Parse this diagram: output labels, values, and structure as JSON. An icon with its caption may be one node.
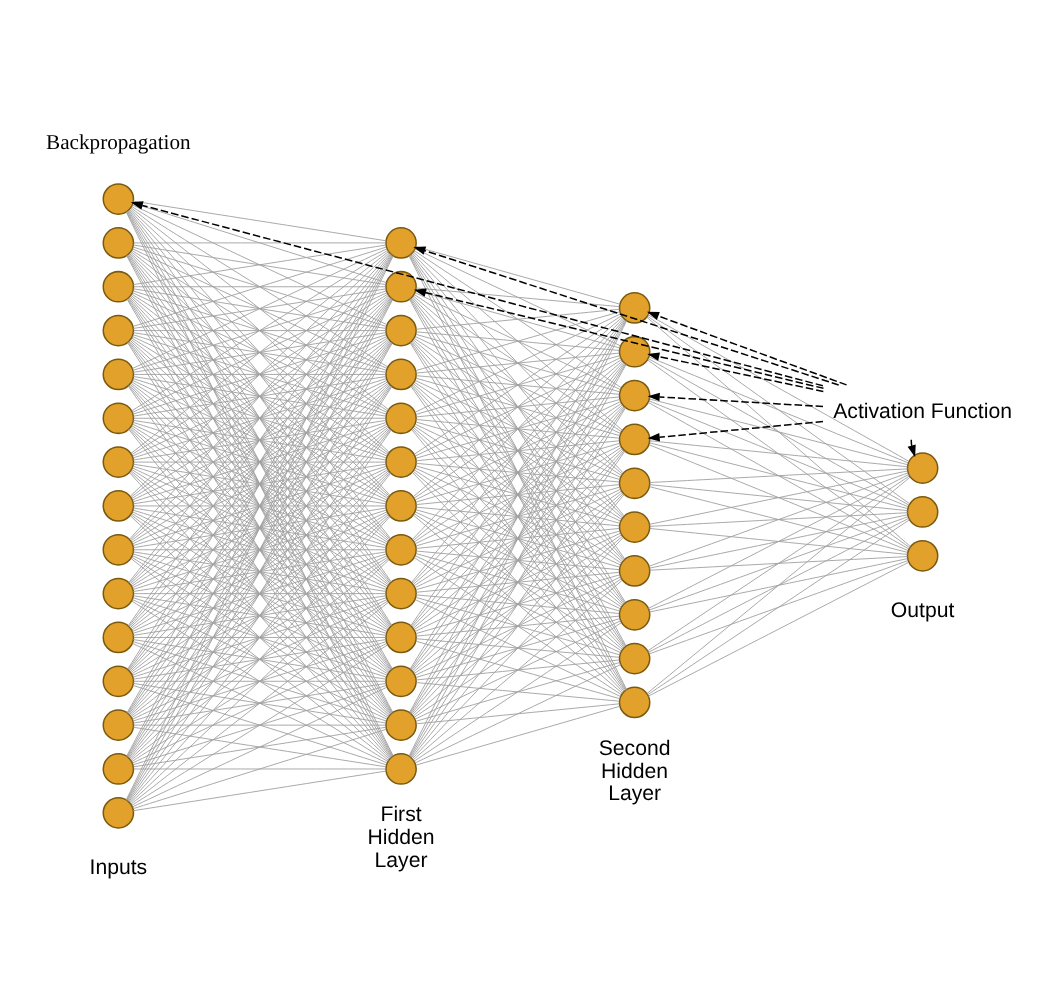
{
  "diagram": {
    "nodes": [
      {
        "text": [],
        "shape": "circle"
      },
      {
        "text": [],
        "shape": "circle"
      },
      {
        "text": [],
        "shape": "circle"
      },
      {
        "text": [],
        "shape": "circle"
      },
      {
        "text": [],
        "shape": "circle"
      },
      {
        "text": [],
        "shape": "circle"
      },
      {
        "text": [],
        "shape": "circle"
      },
      {
        "text": [],
        "shape": "circle"
      },
      {
        "text": [],
        "shape": "circle"
      },
      {
        "text": [],
        "shape": "circle"
      },
      {
        "text": [],
        "shape": "circle"
      },
      {
        "text": [],
        "shape": "circle"
      },
      {
        "text": [],
        "shape": "circle"
      },
      {
        "text": [],
        "shape": "circle"
      },
      {
        "text": [],
        "shape": "circle"
      },
      {
        "text": [],
        "shape": "circle"
      },
      {
        "text": [],
        "shape": "circle"
      },
      {
        "text": [],
        "shape": "circle"
      },
      {
        "text": [],
        "shape": "circle"
      },
      {
        "text": [],
        "shape": "circle"
      },
      {
        "text": [],
        "shape": "circle"
      },
      {
        "text": [],
        "shape": "circle"
      },
      {
        "text": [],
        "shape": "circle"
      },
      {
        "text": [],
        "shape": "circle"
      },
      {
        "text": [],
        "shape": "circle"
      },
      {
        "text": [],
        "shape": "circle"
      },
      {
        "text": [],
        "shape": "circle"
      },
      {
        "text": [],
        "shape": "circle"
      },
      {
        "text": [],
        "shape": "circle"
      },
      {
        "text": [],
        "shape": "circle"
      },
      {
        "text": [],
        "shape": "circle"
      },
      {
        "text": [],
        "shape": "circle"
      },
      {
        "text": [],
        "shape": "circle"
      },
      {
        "text": [],
        "shape": "circle"
      },
      {
        "text": [],
        "shape": "circle"
      },
      {
        "text": [],
        "shape": "circle"
      },
      {
        "text": [],
        "shape": "circle"
      },
      {
        "text": [],
        "shape": "circle"
      },
      {
        "text": [],
        "shape": "circle"
      },
      {
        "text": [],
        "shape": "circle"
      },
      {
        "text": [],
        "shape": "circle"
      },
      {
        "text": [
          "Activation Function"
        ]
      }
    ],
    "edges": [
      {
        "from": 0,
        "to": 15,
        "arrow": "none"
      },
      {
        "from": 0,
        "to": 16,
        "arrow": "none"
      },
      {
        "from": 0,
        "to": 17,
        "arrow": "none"
      },
      {
        "from": 0,
        "to": 18,
        "arrow": "none"
      },
      {
        "from": 0,
        "to": 19,
        "arrow": "none"
      },
      {
        "from": 0,
        "to": 20,
        "arrow": "none"
      },
      {
        "from": 0,
        "to": 21,
        "arrow": "none"
      },
      {
        "from": 0,
        "to": 22,
        "arrow": "none"
      },
      {
        "from": 0,
        "to": 23,
        "arrow": "none"
      },
      {
        "from": 0,
        "to": 24,
        "arrow": "none"
      },
      {
        "from": 0,
        "to": 25,
        "arrow": "none"
      },
      {
        "from": 0,
        "to": 26,
        "arrow": "none"
      },
      {
        "from": 0,
        "to": 27,
        "arrow": "none"
      },
      {
        "from": 1,
        "to": 15,
        "arrow": "none"
      },
      {
        "from": 1,
        "to": 16,
        "arrow": "none"
      },
      {
        "from": 1,
        "to": 17,
        "arrow": "none"
      },
      {
        "from": 1,
        "to": 18,
        "arrow": "none"
      },
      {
        "from": 1,
        "to": 19,
        "arrow": "none"
      },
      {
        "from": 1,
        "to": 20,
        "arrow": "none"
      },
      {
        "from": 1,
        "to": 21,
        "arrow": "none"
      },
      {
        "from": 1,
        "to": 22,
        "arrow": "none"
      },
      {
        "from": 1,
        "to": 23,
        "arrow": "none"
      },
      {
        "from": 1,
        "to": 24,
        "arrow": "none"
      },
      {
        "from": 1,
        "to": 25,
        "arrow": "none"
      },
      {
        "from": 1,
        "to": 26,
        "arrow": "none"
      },
      {
        "from": 1,
        "to": 27,
        "arrow": "none"
      },
      {
        "from": 2,
        "to": 15,
        "arrow": "none"
      },
      {
        "from": 2,
        "to": 16,
        "arrow": "none"
      },
      {
        "from": 2,
        "to": 17,
        "arrow": "none"
      },
      {
        "from": 2,
        "to": 18,
        "arrow": "none"
      },
      {
        "from": 2,
        "to": 19,
        "arrow": "none"
      },
      {
        "from": 2,
        "to": 20,
        "arrow": "none"
      },
      {
        "from": 2,
        "to": 21,
        "arrow": "none"
      },
      {
        "from": 2,
        "to": 22,
        "arrow": "none"
      },
      {
        "from": 2,
        "to": 23,
        "arrow": "none"
      },
      {
        "from": 2,
        "to": 24,
        "arrow": "none"
      },
      {
        "from": 2,
        "to": 25,
        "arrow": "none"
      },
      {
        "from": 2,
        "to": 26,
        "arrow": "none"
      },
      {
        "from": 2,
        "to": 27,
        "arrow": "none"
      },
      {
        "from": 3,
        "to": 15,
        "arrow": "none"
      },
      {
        "from": 3,
        "to": 16,
        "arrow": "none"
      },
      {
        "from": 3,
        "to": 17,
        "arrow": "none"
      },
      {
        "from": 3,
        "to": 18,
        "arrow": "none"
      },
      {
        "from": 3,
        "to": 19,
        "arrow": "none"
      },
      {
        "from": 3,
        "to": 20,
        "arrow": "none"
      },
      {
        "from": 3,
        "to": 21,
        "arrow": "none"
      },
      {
        "from": 3,
        "to": 22,
        "arrow": "none"
      },
      {
        "from": 3,
        "to": 23,
        "arrow": "none"
      },
      {
        "from": 3,
        "to": 24,
        "arrow": "none"
      },
      {
        "from": 3,
        "to": 25,
        "arrow": "none"
      },
      {
        "from": 3,
        "to": 26,
        "arrow": "none"
      },
      {
        "from": 3,
        "to": 27,
        "arrow": "none"
      },
      {
        "from": 4,
        "to": 15,
        "arrow": "none"
      },
      {
        "from": 4,
        "to": 16,
        "arrow": "none"
      },
      {
        "from": 4,
        "to": 17,
        "arrow": "none"
      },
      {
        "from": 4,
        "to": 18,
        "arrow": "none"
      },
      {
        "from": 4,
        "to": 19,
        "arrow": "none"
      },
      {
        "from": 4,
        "to": 20,
        "arrow": "none"
      },
      {
        "from": 4,
        "to": 21,
        "arrow": "none"
      },
      {
        "from": 4,
        "to": 22,
        "arrow": "none"
      },
      {
        "from": 4,
        "to": 23,
        "arrow": "none"
      },
      {
        "from": 4,
        "to": 24,
        "arrow": "none"
      },
      {
        "from": 4,
        "to": 25,
        "arrow": "none"
      },
      {
        "from": 4,
        "to": 26,
        "arrow": "none"
      },
      {
        "from": 4,
        "to": 27,
        "arrow": "none"
      },
      {
        "from": 5,
        "to": 15,
        "arrow": "none"
      },
      {
        "from": 5,
        "to": 16,
        "arrow": "none"
      },
      {
        "from": 5,
        "to": 17,
        "arrow": "none"
      },
      {
        "from": 5,
        "to": 18,
        "arrow": "none"
      },
      {
        "from": 5,
        "to": 19,
        "arrow": "none"
      },
      {
        "from": 5,
        "to": 20,
        "arrow": "none"
      },
      {
        "from": 5,
        "to": 21,
        "arrow": "none"
      },
      {
        "from": 5,
        "to": 22,
        "arrow": "none"
      },
      {
        "from": 5,
        "to": 23,
        "arrow": "none"
      },
      {
        "from": 5,
        "to": 24,
        "arrow": "none"
      },
      {
        "from": 5,
        "to": 25,
        "arrow": "none"
      },
      {
        "from": 5,
        "to": 26,
        "arrow": "none"
      },
      {
        "from": 5,
        "to": 27,
        "arrow": "none"
      },
      {
        "from": 6,
        "to": 15,
        "arrow": "none"
      },
      {
        "from": 6,
        "to": 16,
        "arrow": "none"
      },
      {
        "from": 6,
        "to": 17,
        "arrow": "none"
      },
      {
        "from": 6,
        "to": 18,
        "arrow": "none"
      },
      {
        "from": 6,
        "to": 19,
        "arrow": "none"
      },
      {
        "from": 6,
        "to": 20,
        "arrow": "none"
      },
      {
        "from": 6,
        "to": 21,
        "arrow": "none"
      },
      {
        "from": 6,
        "to": 22,
        "arrow": "none"
      },
      {
        "from": 6,
        "to": 23,
        "arrow": "none"
      },
      {
        "from": 6,
        "to": 24,
        "arrow": "none"
      },
      {
        "from": 6,
        "to": 25,
        "arrow": "none"
      },
      {
        "from": 6,
        "to": 26,
        "arrow": "none"
      },
      {
        "from": 6,
        "to": 27,
        "arrow": "none"
      },
      {
        "from": 7,
        "to": 15,
        "arrow": "none"
      },
      {
        "from": 7,
        "to": 16,
        "arrow": "none"
      },
      {
        "from": 7,
        "to": 17,
        "arrow": "none"
      },
      {
        "from": 7,
        "to": 18,
        "arrow": "none"
      },
      {
        "from": 7,
        "to": 19,
        "arrow": "none"
      },
      {
        "from": 7,
        "to": 20,
        "arrow": "none"
      },
      {
        "from": 7,
        "to": 21,
        "arrow": "none"
      },
      {
        "from": 7,
        "to": 22,
        "arrow": "none"
      },
      {
        "from": 7,
        "to": 23,
        "arrow": "none"
      },
      {
        "from": 7,
        "to": 24,
        "arrow": "none"
      },
      {
        "from": 7,
        "to": 25,
        "arrow": "none"
      },
      {
        "from": 7,
        "to": 26,
        "arrow": "none"
      },
      {
        "from": 7,
        "to": 27,
        "arrow": "none"
      },
      {
        "from": 8,
        "to": 15,
        "arrow": "none"
      },
      {
        "from": 8,
        "to": 16,
        "arrow": "none"
      },
      {
        "from": 8,
        "to": 17,
        "arrow": "none"
      },
      {
        "from": 8,
        "to": 18,
        "arrow": "none"
      },
      {
        "from": 8,
        "to": 19,
        "arrow": "none"
      },
      {
        "from": 8,
        "to": 20,
        "arrow": "none"
      },
      {
        "from": 8,
        "to": 21,
        "arrow": "none"
      },
      {
        "from": 8,
        "to": 22,
        "arrow": "none"
      },
      {
        "from": 8,
        "to": 23,
        "arrow": "none"
      },
      {
        "from": 8,
        "to": 24,
        "arrow": "none"
      },
      {
        "from": 8,
        "to": 25,
        "arrow": "none"
      },
      {
        "from": 8,
        "to": 26,
        "arrow": "none"
      },
      {
        "from": 8,
        "to": 27,
        "arrow": "none"
      },
      {
        "from": 9,
        "to": 15,
        "arrow": "none"
      },
      {
        "from": 9,
        "to": 16,
        "arrow": "none"
      },
      {
        "from": 9,
        "to": 17,
        "arrow": "none"
      },
      {
        "from": 9,
        "to": 18,
        "arrow": "none"
      },
      {
        "from": 9,
        "to": 19,
        "arrow": "none"
      },
      {
        "from": 9,
        "to": 20,
        "arrow": "none"
      },
      {
        "from": 9,
        "to": 21,
        "arrow": "none"
      },
      {
        "from": 9,
        "to": 22,
        "arrow": "none"
      },
      {
        "from": 9,
        "to": 23,
        "arrow": "none"
      },
      {
        "from": 9,
        "to": 24,
        "arrow": "none"
      },
      {
        "from": 9,
        "to": 25,
        "arrow": "none"
      },
      {
        "from": 9,
        "to": 26,
        "arrow": "none"
      },
      {
        "from": 9,
        "to": 27,
        "arrow": "none"
      },
      {
        "from": 10,
        "to": 15,
        "arrow": "none"
      },
      {
        "from": 10,
        "to": 16,
        "arrow": "none"
      },
      {
        "from": 10,
        "to": 17,
        "arrow": "none"
      },
      {
        "from": 10,
        "to": 18,
        "arrow": "none"
      },
      {
        "from": 10,
        "to": 19,
        "arrow": "none"
      },
      {
        "from": 10,
        "to": 20,
        "arrow": "none"
      },
      {
        "from": 10,
        "to": 21,
        "arrow": "none"
      },
      {
        "from": 10,
        "to": 22,
        "arrow": "none"
      },
      {
        "from": 10,
        "to": 23,
        "arrow": "none"
      },
      {
        "from": 10,
        "to": 24,
        "arrow": "none"
      },
      {
        "from": 10,
        "to": 25,
        "arrow": "none"
      },
      {
        "from": 10,
        "to": 26,
        "arrow": "none"
      },
      {
        "from": 10,
        "to": 27,
        "arrow": "none"
      },
      {
        "from": 11,
        "to": 15,
        "arrow": "none"
      },
      {
        "from": 11,
        "to": 16,
        "arrow": "none"
      },
      {
        "from": 11,
        "to": 17,
        "arrow": "none"
      },
      {
        "from": 11,
        "to": 18,
        "arrow": "none"
      },
      {
        "from": 11,
        "to": 19,
        "arrow": "none"
      },
      {
        "from": 11,
        "to": 20,
        "arrow": "none"
      },
      {
        "from": 11,
        "to": 21,
        "arrow": "none"
      },
      {
        "from": 11,
        "to": 22,
        "arrow": "none"
      },
      {
        "from": 11,
        "to": 23,
        "arrow": "none"
      },
      {
        "from": 11,
        "to": 24,
        "arrow": "none"
      },
      {
        "from": 11,
        "to": 25,
        "arrow": "none"
      },
      {
        "from": 11,
        "to": 26,
        "arrow": "none"
      },
      {
        "from": 11,
        "to": 27,
        "arrow": "none"
      },
      {
        "from": 12,
        "to": 15,
        "arrow": "none"
      },
      {
        "from": 12,
        "to": 16,
        "arrow": "none"
      },
      {
        "from": 12,
        "to": 17,
        "arrow": "none"
      },
      {
        "from": 12,
        "to": 18,
        "arrow": "none"
      },
      {
        "from": 12,
        "to": 19,
        "arrow": "none"
      },
      {
        "from": 12,
        "to": 20,
        "arrow": "none"
      },
      {
        "from": 12,
        "to": 21,
        "arrow": "none"
      },
      {
        "from": 12,
        "to": 22,
        "arrow": "none"
      },
      {
        "from": 12,
        "to": 23,
        "arrow": "none"
      },
      {
        "from": 12,
        "to": 24,
        "arrow": "none"
      },
      {
        "from": 12,
        "to": 25,
        "arrow": "none"
      },
      {
        "from": 12,
        "to": 26,
        "arrow": "none"
      },
      {
        "from": 12,
        "to": 27,
        "arrow": "none"
      },
      {
        "from": 13,
        "to": 15,
        "arrow": "none"
      },
      {
        "from": 13,
        "to": 16,
        "arrow": "none"
      },
      {
        "from": 13,
        "to": 17,
        "arrow": "none"
      },
      {
        "from": 13,
        "to": 18,
        "arrow": "none"
      },
      {
        "from": 13,
        "to": 19,
        "arrow": "none"
      },
      {
        "from": 13,
        "to": 20,
        "arrow": "none"
      },
      {
        "from": 13,
        "to": 21,
        "arrow": "none"
      },
      {
        "from": 13,
        "to": 22,
        "arrow": "none"
      },
      {
        "from": 13,
        "to": 23,
        "arrow": "none"
      },
      {
        "from": 13,
        "to": 24,
        "arrow": "none"
      },
      {
        "from": 13,
        "to": 25,
        "arrow": "none"
      },
      {
        "from": 13,
        "to": 26,
        "arrow": "none"
      },
      {
        "from": 13,
        "to": 27,
        "arrow": "none"
      },
      {
        "from": 14,
        "to": 15,
        "arrow": "none"
      },
      {
        "from": 14,
        "to": 16,
        "arrow": "none"
      },
      {
        "from": 14,
        "to": 17,
        "arrow": "none"
      },
      {
        "from": 14,
        "to": 18,
        "arrow": "none"
      },
      {
        "from": 14,
        "to": 19,
        "arrow": "none"
      },
      {
        "from": 14,
        "to": 20,
        "arrow": "none"
      },
      {
        "from": 14,
        "to": 21,
        "arrow": "none"
      },
      {
        "from": 14,
        "to": 22,
        "arrow": "none"
      },
      {
        "from": 14,
        "to": 23,
        "arrow": "none"
      },
      {
        "from": 14,
        "to": 24,
        "arrow": "none"
      },
      {
        "from": 14,
        "to": 25,
        "arrow": "none"
      },
      {
        "from": 14,
        "to": 26,
        "arrow": "none"
      },
      {
        "from": 14,
        "to": 27,
        "arrow": "none"
      },
      {
        "from": 15,
        "to": 28,
        "arrow": "none"
      },
      {
        "from": 15,
        "to": 29,
        "arrow": "none"
      },
      {
        "from": 15,
        "to": 30,
        "arrow": "none"
      },
      {
        "from": 15,
        "to": 31,
        "arrow": "none"
      },
      {
        "from": 15,
        "to": 32,
        "arrow": "none"
      },
      {
        "from": 15,
        "to": 33,
        "arrow": "none"
      },
      {
        "from": 15,
        "to": 34,
        "arrow": "none"
      },
      {
        "from": 15,
        "to": 35,
        "arrow": "none"
      },
      {
        "from": 15,
        "to": 36,
        "arrow": "none"
      },
      {
        "from": 15,
        "to": 37,
        "arrow": "none"
      },
      {
        "from": 16,
        "to": 28,
        "arrow": "none"
      },
      {
        "from": 16,
        "to": 29,
        "arrow": "none"
      },
      {
        "from": 16,
        "to": 30,
        "arrow": "none"
      },
      {
        "from": 16,
        "to": 31,
        "arrow": "none"
      },
      {
        "from": 16,
        "to": 32,
        "arrow": "none"
      },
      {
        "from": 16,
        "to": 33,
        "arrow": "none"
      },
      {
        "from": 16,
        "to": 34,
        "arrow": "none"
      },
      {
        "from": 16,
        "to": 35,
        "arrow": "none"
      },
      {
        "from": 16,
        "to": 36,
        "arrow": "none"
      },
      {
        "from": 16,
        "to": 37,
        "arrow": "none"
      },
      {
        "from": 17,
        "to": 28,
        "arrow": "none"
      },
      {
        "from": 17,
        "to": 29,
        "arrow": "none"
      },
      {
        "from": 17,
        "to": 30,
        "arrow": "none"
      },
      {
        "from": 17,
        "to": 31,
        "arrow": "none"
      },
      {
        "from": 17,
        "to": 32,
        "arrow": "none"
      },
      {
        "from": 17,
        "to": 33,
        "arrow": "none"
      },
      {
        "from": 17,
        "to": 34,
        "arrow": "none"
      },
      {
        "from": 17,
        "to": 35,
        "arrow": "none"
      },
      {
        "from": 17,
        "to": 36,
        "arrow": "none"
      },
      {
        "from": 17,
        "to": 37,
        "arrow": "none"
      },
      {
        "from": 18,
        "to": 28,
        "arrow": "none"
      },
      {
        "from": 18,
        "to": 29,
        "arrow": "none"
      },
      {
        "from": 18,
        "to": 30,
        "arrow": "none"
      },
      {
        "from": 18,
        "to": 31,
        "arrow": "none"
      },
      {
        "from": 18,
        "to": 32,
        "arrow": "none"
      },
      {
        "from": 18,
        "to": 33,
        "arrow": "none"
      },
      {
        "from": 18,
        "to": 34,
        "arrow": "none"
      },
      {
        "from": 18,
        "to": 35,
        "arrow": "none"
      },
      {
        "from": 18,
        "to": 36,
        "arrow": "none"
      },
      {
        "from": 18,
        "to": 37,
        "arrow": "none"
      },
      {
        "from": 19,
        "to": 28,
        "arrow": "none"
      },
      {
        "from": 19,
        "to": 29,
        "arrow": "none"
      },
      {
        "from": 19,
        "to": 30,
        "arrow": "none"
      },
      {
        "from": 19,
        "to": 31,
        "arrow": "none"
      },
      {
        "from": 19,
        "to": 32,
        "arrow": "none"
      },
      {
        "from": 19,
        "to": 33,
        "arrow": "none"
      },
      {
        "from": 19,
        "to": 34,
        "arrow": "none"
      },
      {
        "from": 19,
        "to": 35,
        "arrow": "none"
      },
      {
        "from": 19,
        "to": 36,
        "arrow": "none"
      },
      {
        "from": 19,
        "to": 37,
        "arrow": "none"
      },
      {
        "from": 20,
        "to": 28,
        "arrow": "none"
      },
      {
        "from": 20,
        "to": 29,
        "arrow": "none"
      },
      {
        "from": 20,
        "to": 30,
        "arrow": "none"
      },
      {
        "from": 20,
        "to": 31,
        "arrow": "none"
      },
      {
        "from": 20,
        "to": 32,
        "arrow": "none"
      },
      {
        "from": 20,
        "to": 33,
        "arrow": "none"
      },
      {
        "from": 20,
        "to": 34,
        "arrow": "none"
      },
      {
        "from": 20,
        "to": 35,
        "arrow": "none"
      },
      {
        "from": 20,
        "to": 36,
        "arrow": "none"
      },
      {
        "from": 20,
        "to": 37,
        "arrow": "none"
      },
      {
        "from": 21,
        "to": 28,
        "arrow": "none"
      },
      {
        "from": 21,
        "to": 29,
        "arrow": "none"
      },
      {
        "from": 21,
        "to": 30,
        "arrow": "none"
      },
      {
        "from": 21,
        "to": 31,
        "arrow": "none"
      },
      {
        "from": 21,
        "to": 32,
        "arrow": "none"
      },
      {
        "from": 21,
        "to": 33,
        "arrow": "none"
      },
      {
        "from": 21,
        "to": 34,
        "arrow": "none"
      },
      {
        "from": 21,
        "to": 35,
        "arrow": "none"
      },
      {
        "from": 21,
        "to": 36,
        "arrow": "none"
      },
      {
        "from": 21,
        "to": 37,
        "arrow": "none"
      },
      {
        "from": 22,
        "to": 28,
        "arrow": "none"
      },
      {
        "from": 22,
        "to": 29,
        "arrow": "none"
      },
      {
        "from": 22,
        "to": 30,
        "arrow": "none"
      },
      {
        "from": 22,
        "to": 31,
        "arrow": "none"
      },
      {
        "from": 22,
        "to": 32,
        "arrow": "none"
      },
      {
        "from": 22,
        "to": 33,
        "arrow": "none"
      },
      {
        "from": 22,
        "to": 34,
        "arrow": "none"
      },
      {
        "from": 22,
        "to": 35,
        "arrow": "none"
      },
      {
        "from": 22,
        "to": 36,
        "arrow": "none"
      },
      {
        "from": 22,
        "to": 37,
        "arrow": "none"
      },
      {
        "from": 23,
        "to": 28,
        "arrow": "none"
      },
      {
        "from": 23,
        "to": 29,
        "arrow": "none"
      },
      {
        "from": 23,
        "to": 30,
        "arrow": "none"
      },
      {
        "from": 23,
        "to": 31,
        "arrow": "none"
      },
      {
        "from": 23,
        "to": 32,
        "arrow": "none"
      },
      {
        "from": 23,
        "to": 33,
        "arrow": "none"
      },
      {
        "from": 23,
        "to": 34,
        "arrow": "none"
      },
      {
        "from": 23,
        "to": 35,
        "arrow": "none"
      },
      {
        "from": 23,
        "to": 36,
        "arrow": "none"
      },
      {
        "from": 23,
        "to": 37,
        "arrow": "none"
      },
      {
        "from": 24,
        "to": 28,
        "arrow": "none"
      },
      {
        "from": 24,
        "to": 29,
        "arrow": "none"
      },
      {
        "from": 24,
        "to": 30,
        "arrow": "none"
      },
      {
        "from": 24,
        "to": 31,
        "arrow": "none"
      },
      {
        "from": 24,
        "to": 32,
        "arrow": "none"
      },
      {
        "from": 24,
        "to": 33,
        "arrow": "none"
      },
      {
        "from": 24,
        "to": 34,
        "arrow": "none"
      },
      {
        "from": 24,
        "to": 35,
        "arrow": "none"
      },
      {
        "from": 24,
        "to": 36,
        "arrow": "none"
      },
      {
        "from": 24,
        "to": 37,
        "arrow": "none"
      },
      {
        "from": 25,
        "to": 28,
        "arrow": "none"
      },
      {
        "from": 25,
        "to": 29,
        "arrow": "none"
      },
      {
        "from": 25,
        "to": 30,
        "arrow": "none"
      },
      {
        "from": 25,
        "to": 31,
        "arrow": "none"
      },
      {
        "from": 25,
        "to": 32,
        "arrow": "none"
      },
      {
        "from": 25,
        "to": 33,
        "arrow": "none"
      },
      {
        "from": 25,
        "to": 34,
        "arrow": "none"
      },
      {
        "from": 25,
        "to": 35,
        "arrow": "none"
      },
      {
        "from": 25,
        "to": 36,
        "arrow": "none"
      },
      {
        "from": 25,
        "to": 37,
        "arrow": "none"
      },
      {
        "from": 26,
        "to": 28,
        "arrow": "none"
      },
      {
        "from": 26,
        "to": 29,
        "arrow": "none"
      },
      {
        "from": 26,
        "to": 30,
        "arrow": "none"
      },
      {
        "from": 26,
        "to": 31,
        "arrow": "none"
      },
      {
        "from": 26,
        "to": 32,
        "arrow": "none"
      },
      {
        "from": 26,
        "to": 33,
        "arrow": "none"
      },
      {
        "from": 26,
        "to": 34,
        "arrow": "none"
      },
      {
        "from": 26,
        "to": 35,
        "arrow": "none"
      },
      {
        "from": 26,
        "to": 36,
        "arrow": "none"
      },
      {
        "from": 26,
        "to": 37,
        "arrow": "none"
      },
      {
        "from": 27,
        "to": 28,
        "arrow": "none"
      },
      {
        "from": 27,
        "to": 29,
        "arrow": "none"
      },
      {
        "from": 27,
        "to": 30,
        "arrow": "none"
      },
      {
        "from": 27,
        "to": 31,
        "arrow": "none"
      },
      {
        "from": 27,
        "to": 32,
        "arrow": "none"
      },
      {
        "from": 27,
        "to": 33,
        "arrow": "none"
      },
      {
        "from": 27,
        "to": 34,
        "arrow": "none"
      },
      {
        "from": 27,
        "to": 35,
        "arrow": "none"
      },
      {
        "from": 27,
        "to": 36,
        "arrow": "none"
      },
      {
        "from": 27,
        "to": 37,
        "arrow": "none"
      },
      {
        "from": 28,
        "to": 38,
        "arrow": "none"
      },
      {
        "from": 28,
        "to": 39,
        "arrow": "none"
      },
      {
        "from": 28,
        "to": 40,
        "arrow": "none"
      },
      {
        "from": 29,
        "to": 38,
        "arrow": "none"
      },
      {
        "from": 29,
        "to": 39,
        "arrow": "none"
      },
      {
        "from": 29,
        "to": 40,
        "arrow": "none"
      },
      {
        "from": 30,
        "to": 38,
        "arrow": "none"
      },
      {
        "from": 30,
        "to": 39,
        "arrow": "none"
      },
      {
        "from": 30,
        "to": 40,
        "arrow": "none"
      },
      {
        "from": 31,
        "to": 38,
        "arrow": "none"
      },
      {
        "from": 31,
        "to": 39,
        "arrow": "none"
      },
      {
        "from": 31,
        "to": 40,
        "arrow": "none"
      },
      {
        "from": 32,
        "to": 38,
        "arrow": "none"
      },
      {
        "from": 32,
        "to": 39,
        "arrow": "none"
      },
      {
        "from": 32,
        "to": 40,
        "arrow": "none"
      },
      {
        "from": 33,
        "to": 38,
        "arrow": "none"
      },
      {
        "from": 33,
        "to": 39,
        "arrow": "none"
      },
      {
        "from": 33,
        "to": 40,
        "arrow": "none"
      },
      {
        "from": 34,
        "to": 38,
        "arrow": "none"
      },
      {
        "from": 34,
        "to": 39,
        "arrow": "none"
      },
      {
        "from": 34,
        "to": 40,
        "arrow": "none"
      },
      {
        "from": 35,
        "to": 38,
        "arrow": "none"
      },
      {
        "from": 35,
        "to": 39,
        "arrow": "none"
      },
      {
        "from": 35,
        "to": 40,
        "arrow": "none"
      },
      {
        "from": 36,
        "to": 38,
        "arrow": "none"
      },
      {
        "from": 36,
        "to": 39,
        "arrow": "none"
      },
      {
        "from": 36,
        "to": 40,
        "arrow": "none"
      },
      {
        "from": 37,
        "to": 38,
        "arrow": "none"
      },
      {
        "from": 37,
        "to": 39,
        "arrow": "none"
      },
      {
        "from": 37,
        "to": 40,
        "arrow": "none"
      },
      {
        "from": 41,
        "to": 0,
        "arrow": "to",
        "style": "dashed",
        "color": "#000000"
      },
      {
        "from": 41,
        "to": 15,
        "arrow": "to",
        "style": "dashed",
        "color": "#000000"
      },
      {
        "from": 41,
        "to": 16,
        "arrow": "to",
        "style": "dashed",
        "color": "#000000"
      },
      {
        "from": 41,
        "to": 28,
        "arrow": "to",
        "style": "dashed",
        "color": "#000000"
      },
      {
        "from": 41,
        "to": 29,
        "arrow": "to",
        "style": "dashed",
        "color": "#000000"
      },
      {
        "from": 41,
        "to": 30,
        "arrow": "to",
        "style": "dashed",
        "color": "#000000"
      },
      {
        "from": 41,
        "to": 31,
        "arrow": "to",
        "style": "dashed",
        "color": "#000000"
      },
      {
        "from": 41,
        "to": 38,
        "arrow": "to",
        "style": "dashed",
        "color": "#000000"
      }
    ],
    "labels": [
      "Backpropagation",
      "Inputs",
      "First Hidden Layer",
      "Second Hidden Layer",
      "Output"
    ]
  }
}
